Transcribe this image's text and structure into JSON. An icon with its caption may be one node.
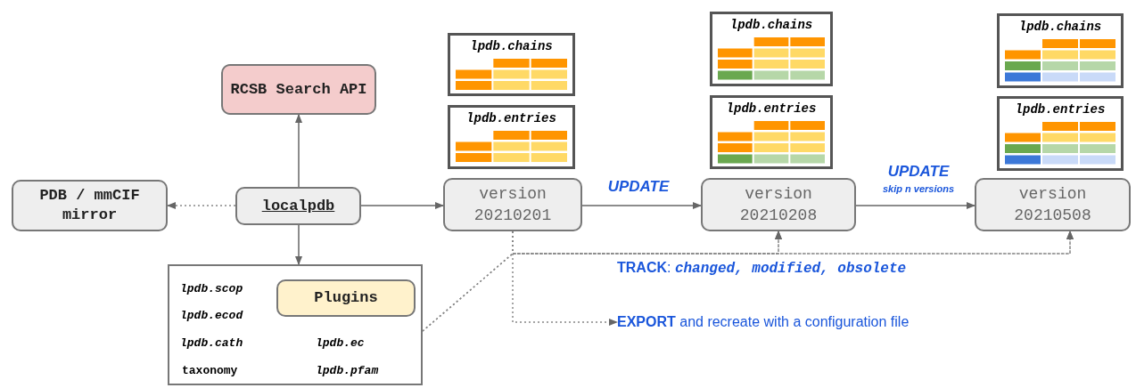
{
  "diagram": {
    "nodes": [
      {
        "text": [
          "RCSB Search API"
        ]
      },
      {
        "text": [
          "PDB / mmCIF mirror"
        ]
      },
      {
        "text": [
          "localpdb"
        ]
      },
      {
        "text": [
          "lpdb.scop",
          "lpdb.ecod",
          "lpdb.cath",
          "lpdb.ec",
          "taxonomy",
          "lpdb.pfam"
        ]
      },
      {
        "text": [
          "Plugins"
        ],
        "in": 3
      },
      {
        "text": [
          "lpdb.chains"
        ]
      },
      {
        "text": [
          "lpdb.entries"
        ]
      },
      {
        "text": [
          "version 20210201"
        ]
      },
      {
        "text": [
          "lpdb.chains"
        ]
      },
      {
        "text": [
          "lpdb.entries"
        ]
      },
      {
        "text": [
          "version 20210208"
        ]
      },
      {
        "text": [
          "lpdb.chains"
        ]
      },
      {
        "text": [
          "lpdb.entries"
        ]
      },
      {
        "text": [
          "version 20210508"
        ]
      },
      {
        "text": [
          "**EXPORT** and recreate with a configuration file"
        ]
      }
    ],
    "edges": [
      {
        "from": 2,
        "to": 0,
        "arrow": "to"
      },
      {
        "from": 2,
        "to": 1,
        "arrow": "to",
        "style": "dashed"
      },
      {
        "from": 2,
        "to": 7,
        "arrow": "to"
      },
      {
        "from": 2,
        "to": 3,
        "arrow": "to"
      },
      {
        "from": 7,
        "to": 10,
        "arrow": "to",
        "label": "UPDATE"
      },
      {
        "from": 10,
        "to": 13,
        "arrow": "to",
        "label": "UPDATE"
      },
      {
        "from": 3,
        "to": 10,
        "arrow": "to",
        "style": "dashed"
      },
      {
        "from": 3,
        "to": 13,
        "arrow": "to",
        "style": "dashed"
      },
      {
        "from": 7,
        "to": 10,
        "arrow": "to",
        "style": "dashed"
      },
      {
        "from": 7,
        "to": 13,
        "arrow": "to",
        "style": "dashed"
      },
      {
        "from": 7,
        "to": 14,
        "arrow": "to",
        "style": "dashed"
      }
    ],
    "labels": [
      "skip n versions",
      "**TRACK**: *changed, modified, obsolete*"
    ]
  }
}
